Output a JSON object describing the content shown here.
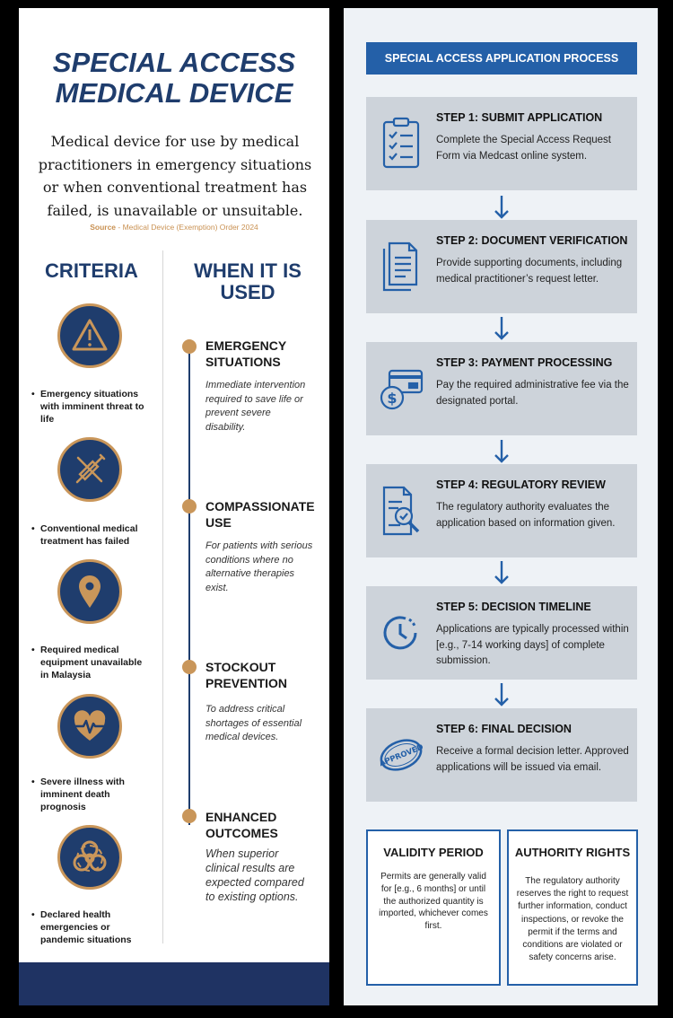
{
  "left": {
    "title_line1": "SPECIAL ACCESS",
    "title_line2": "MEDICAL DEVICE",
    "description": "Medical device for use by medical practitioners in emergency situations or when conventional treatment has failed, is unavailable or unsuitable.",
    "source_label": "Source",
    "source_text": " - Medical Device (Exemption) Order 2024",
    "criteria_heading": "CRITERIA",
    "when_heading": "WHEN IT IS USED",
    "criteria": [
      {
        "icon": "warning-icon",
        "text": "Emergency situations with imminent threat to life"
      },
      {
        "icon": "crossed-syringe-icon",
        "text": "Conventional medical treatment has failed"
      },
      {
        "icon": "location-pin-icon",
        "text": "Required medical equipment unavailable in Malaysia"
      },
      {
        "icon": "heartbeat-icon",
        "text": "Severe illness with imminent death prognosis"
      },
      {
        "icon": "biohazard-icon",
        "text": "Declared health emergencies or pandemic situations"
      }
    ],
    "uses": [
      {
        "title": "EMERGENCY SITUATIONS",
        "desc": "Immediate intervention required to save life or prevent severe disability."
      },
      {
        "title": "COMPASSIONATE USE",
        "desc": "For patients with serious conditions where no alternative therapies exist."
      },
      {
        "title": "STOCKOUT PREVENTION",
        "desc": "To address critical shortages of essential medical devices."
      },
      {
        "title": "ENHANCED OUTCOMES",
        "desc": "When superior clinical results are expected compared to existing options."
      }
    ]
  },
  "right": {
    "heading": "SPECIAL ACCESS APPLICATION PROCESS",
    "steps": [
      {
        "icon": "checklist-icon",
        "title": "STEP 1: SUBMIT APPLICATION",
        "desc": "Complete the Special Access Request Form via Medcast online system."
      },
      {
        "icon": "documents-icon",
        "title": "STEP 2: DOCUMENT VERIFICATION",
        "desc": "Provide supporting documents, including medical practitioner’s request letter."
      },
      {
        "icon": "payment-card-icon",
        "title": "STEP 3: PAYMENT PROCESSING",
        "desc": "Pay the required administrative fee via the designated portal."
      },
      {
        "icon": "document-review-icon",
        "title": "STEP 4: REGULATORY REVIEW",
        "desc": "The regulatory authority evaluates the application based on information given."
      },
      {
        "icon": "clock-icon",
        "title": "STEP 5: DECISION TIMELINE",
        "desc": "Applications are typically processed within [e.g., 7-14 working days] of complete submission."
      },
      {
        "icon": "approved-stamp-icon",
        "title": "STEP 6: FINAL DECISION",
        "desc": "Receive a formal decision letter. Approved applications will be issued via email."
      }
    ],
    "stamp_text": "APPROVED",
    "validity": {
      "title": "VALIDITY PERIOD",
      "text": "Permits are generally valid for [e.g., 6 months] or until the authorized quantity is imported, whichever comes first."
    },
    "rights": {
      "title": "AUTHORITY RIGHTS",
      "text": "The regulatory authority reserves the right to request further information, conduct inspections, or revoke the permit if the terms and conditions are violated or safety concerns arise."
    }
  },
  "colors": {
    "navy": "#1f3d6d",
    "gold": "#c9965a",
    "blue": "#2460a8",
    "step_bg": "#cdd3da"
  }
}
